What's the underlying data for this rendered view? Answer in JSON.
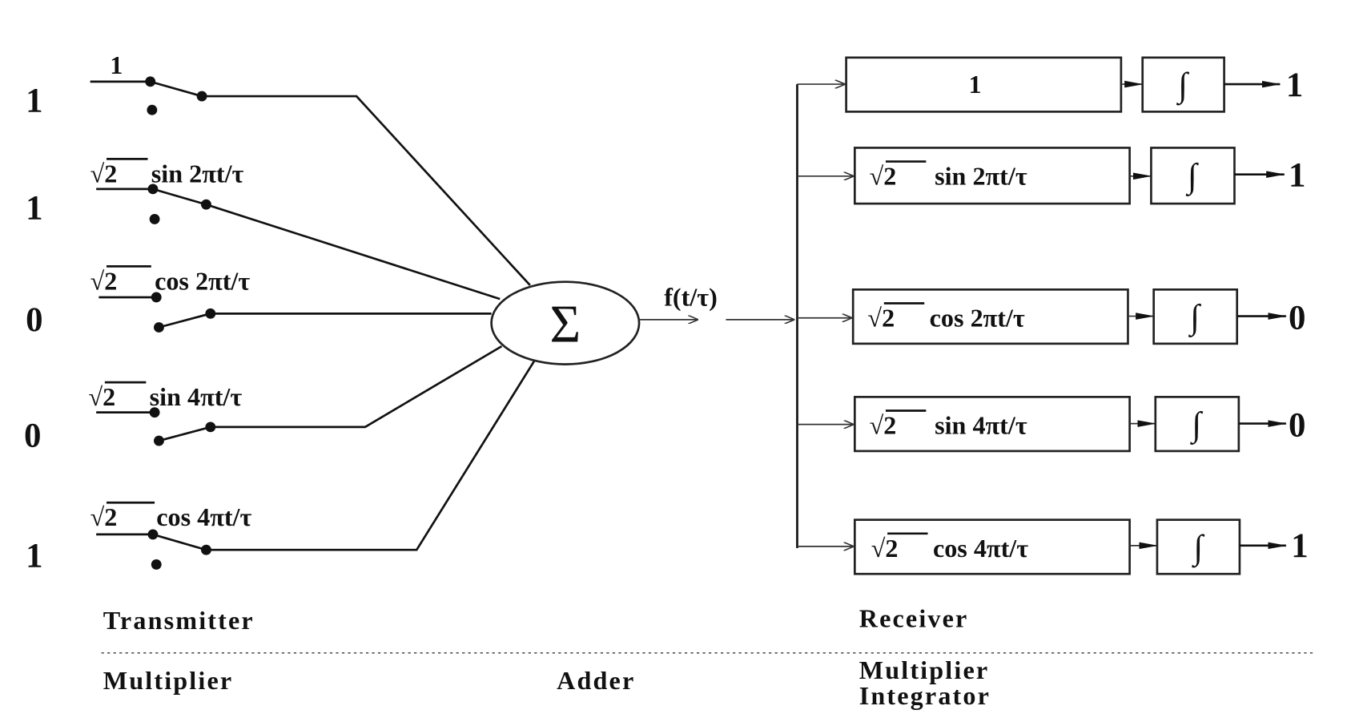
{
  "transmitter": {
    "inputs": [
      "1",
      "1",
      "0",
      "0",
      "1"
    ],
    "signals": [
      {
        "coef": "",
        "func": "1"
      },
      {
        "coef": "√2",
        "func": "sin 2πt/τ"
      },
      {
        "coef": "√2",
        "func": "cos 2πt/τ"
      },
      {
        "coef": "√2",
        "func": "sin 4πt/τ"
      },
      {
        "coef": "√2",
        "func": "cos 4πt/τ"
      }
    ]
  },
  "adder": {
    "symbol": "Σ",
    "output_label": "f(t/τ)"
  },
  "receiver": {
    "multipliers": [
      {
        "coef": "",
        "func": "1"
      },
      {
        "coef": "√2",
        "func": "sin 2πt/τ"
      },
      {
        "coef": "√2",
        "func": "cos 2πt/τ"
      },
      {
        "coef": "√2",
        "func": "sin 4πt/τ"
      },
      {
        "coef": "√2",
        "func": "cos 4πt/τ"
      }
    ],
    "integrator_symbol": "∫",
    "outputs": [
      "1",
      "1",
      "0",
      "0",
      "1"
    ]
  },
  "captions": {
    "transmitter": "Transmitter",
    "receiver": "Receiver",
    "multiplier_left": "Multiplier",
    "adder": "Adder",
    "multiplier_right": "Multiplier",
    "integrator": "Integrator"
  }
}
